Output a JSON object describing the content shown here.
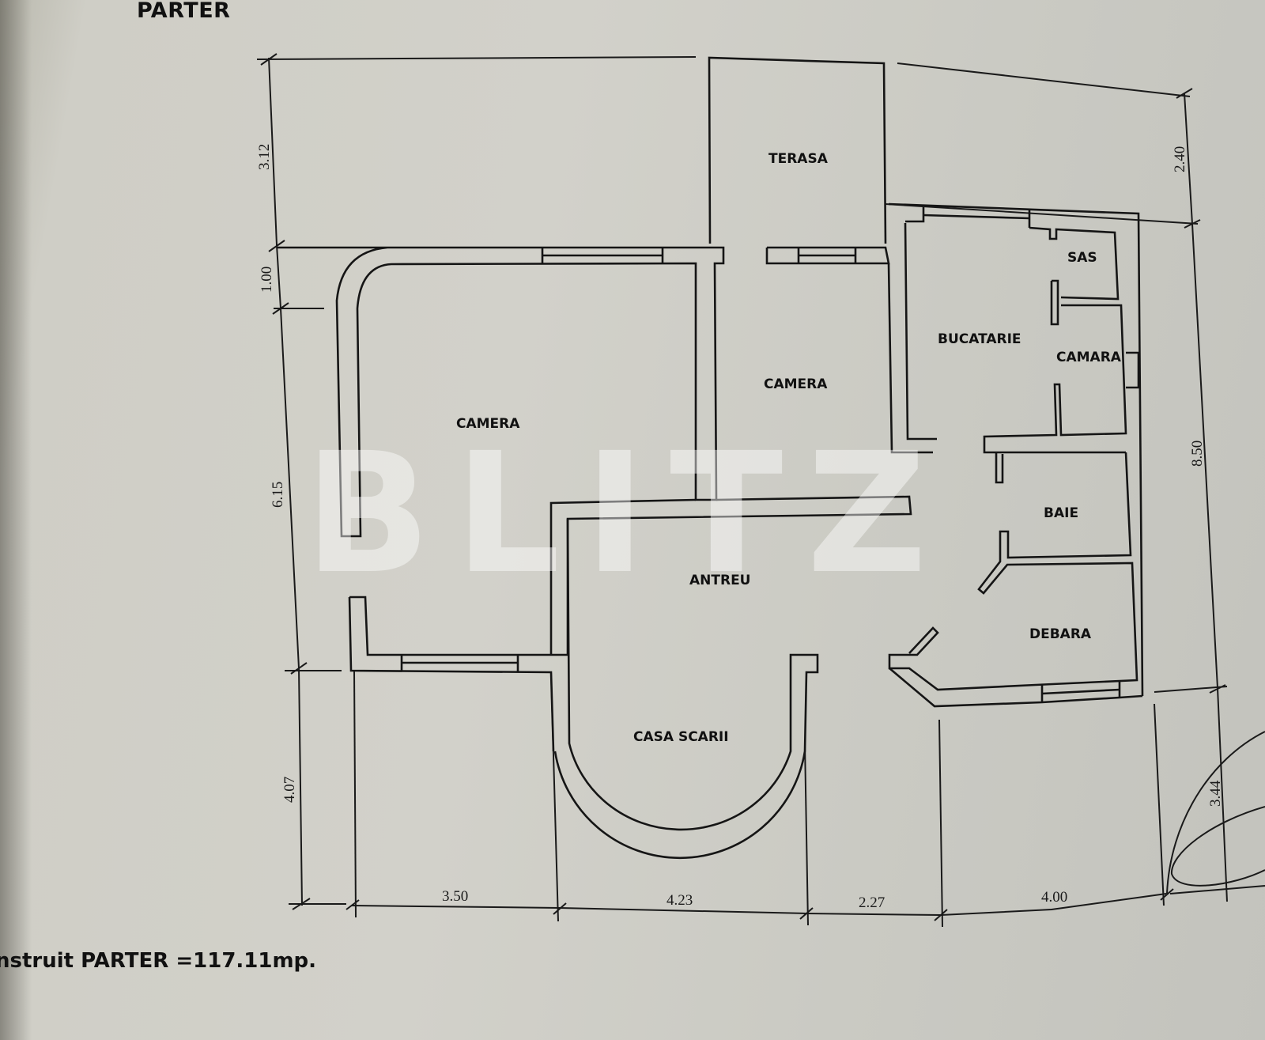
{
  "document": {
    "title": "PARTER",
    "area_note": "nstruit PARTER =117.11mp.",
    "watermark": "BLITZ"
  },
  "rooms": {
    "terasa": "TERASA",
    "camera_left": "CAMERA",
    "camera_middle": "CAMERA",
    "bucatarie": "BUCATARIE",
    "sas": "SAS",
    "camara": "CAMARA",
    "baie": "BAIE",
    "antreu": "ANTREU",
    "debara": "DEBARA",
    "casa_scarii": "CASA SCARII"
  },
  "dimensions": {
    "left": [
      "3.12",
      "1.00",
      "6.15",
      "4.07"
    ],
    "right": [
      "2.40",
      "8.50",
      "3.44"
    ],
    "bottom": [
      "3.50",
      "4.23",
      "2.27",
      "4.00"
    ]
  },
  "colors": {
    "paper": "#d0cfc8",
    "ink": "#151515",
    "watermark": "#ffffff"
  }
}
